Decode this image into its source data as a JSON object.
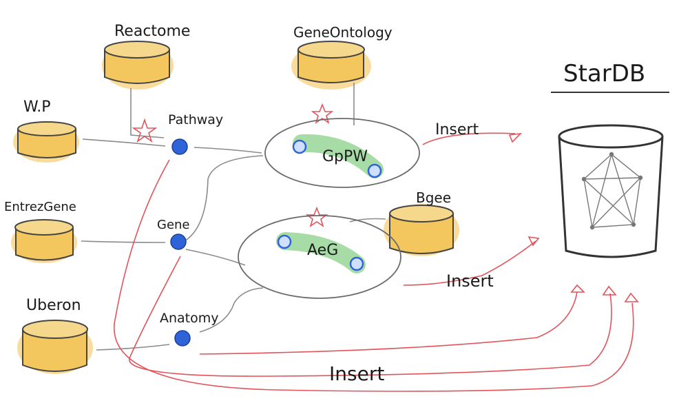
{
  "sources": {
    "reactome": "Reactome",
    "gene_ontology": "GeneOntology",
    "wp": "W.P",
    "entrez_gene": "EntrezGene",
    "uberon": "Uberon",
    "bgee": "Bgee"
  },
  "nodes": {
    "pathway": "Pathway",
    "gene": "Gene",
    "anatomy": "Anatomy"
  },
  "edges": {
    "gpw": "GpPW",
    "aeg": "AeG"
  },
  "actions": {
    "insert_1": "Insert",
    "insert_2": "Insert",
    "insert_3": "Insert"
  },
  "target": {
    "name": "StarDB"
  },
  "colors": {
    "database": "#f3c75e",
    "node": "#2f64d8",
    "insert_arrow": "#e2535a",
    "edge_band": "#8ad08a"
  }
}
